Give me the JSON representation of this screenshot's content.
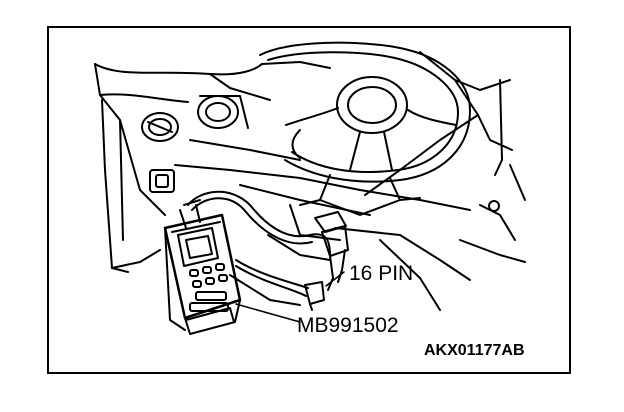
{
  "diagram": {
    "connector_label": "16 PIN",
    "tool_label": "MB991502",
    "figure_code": "AKX01177AB"
  },
  "colors": {
    "ink": "#000000",
    "paper": "#ffffff"
  }
}
